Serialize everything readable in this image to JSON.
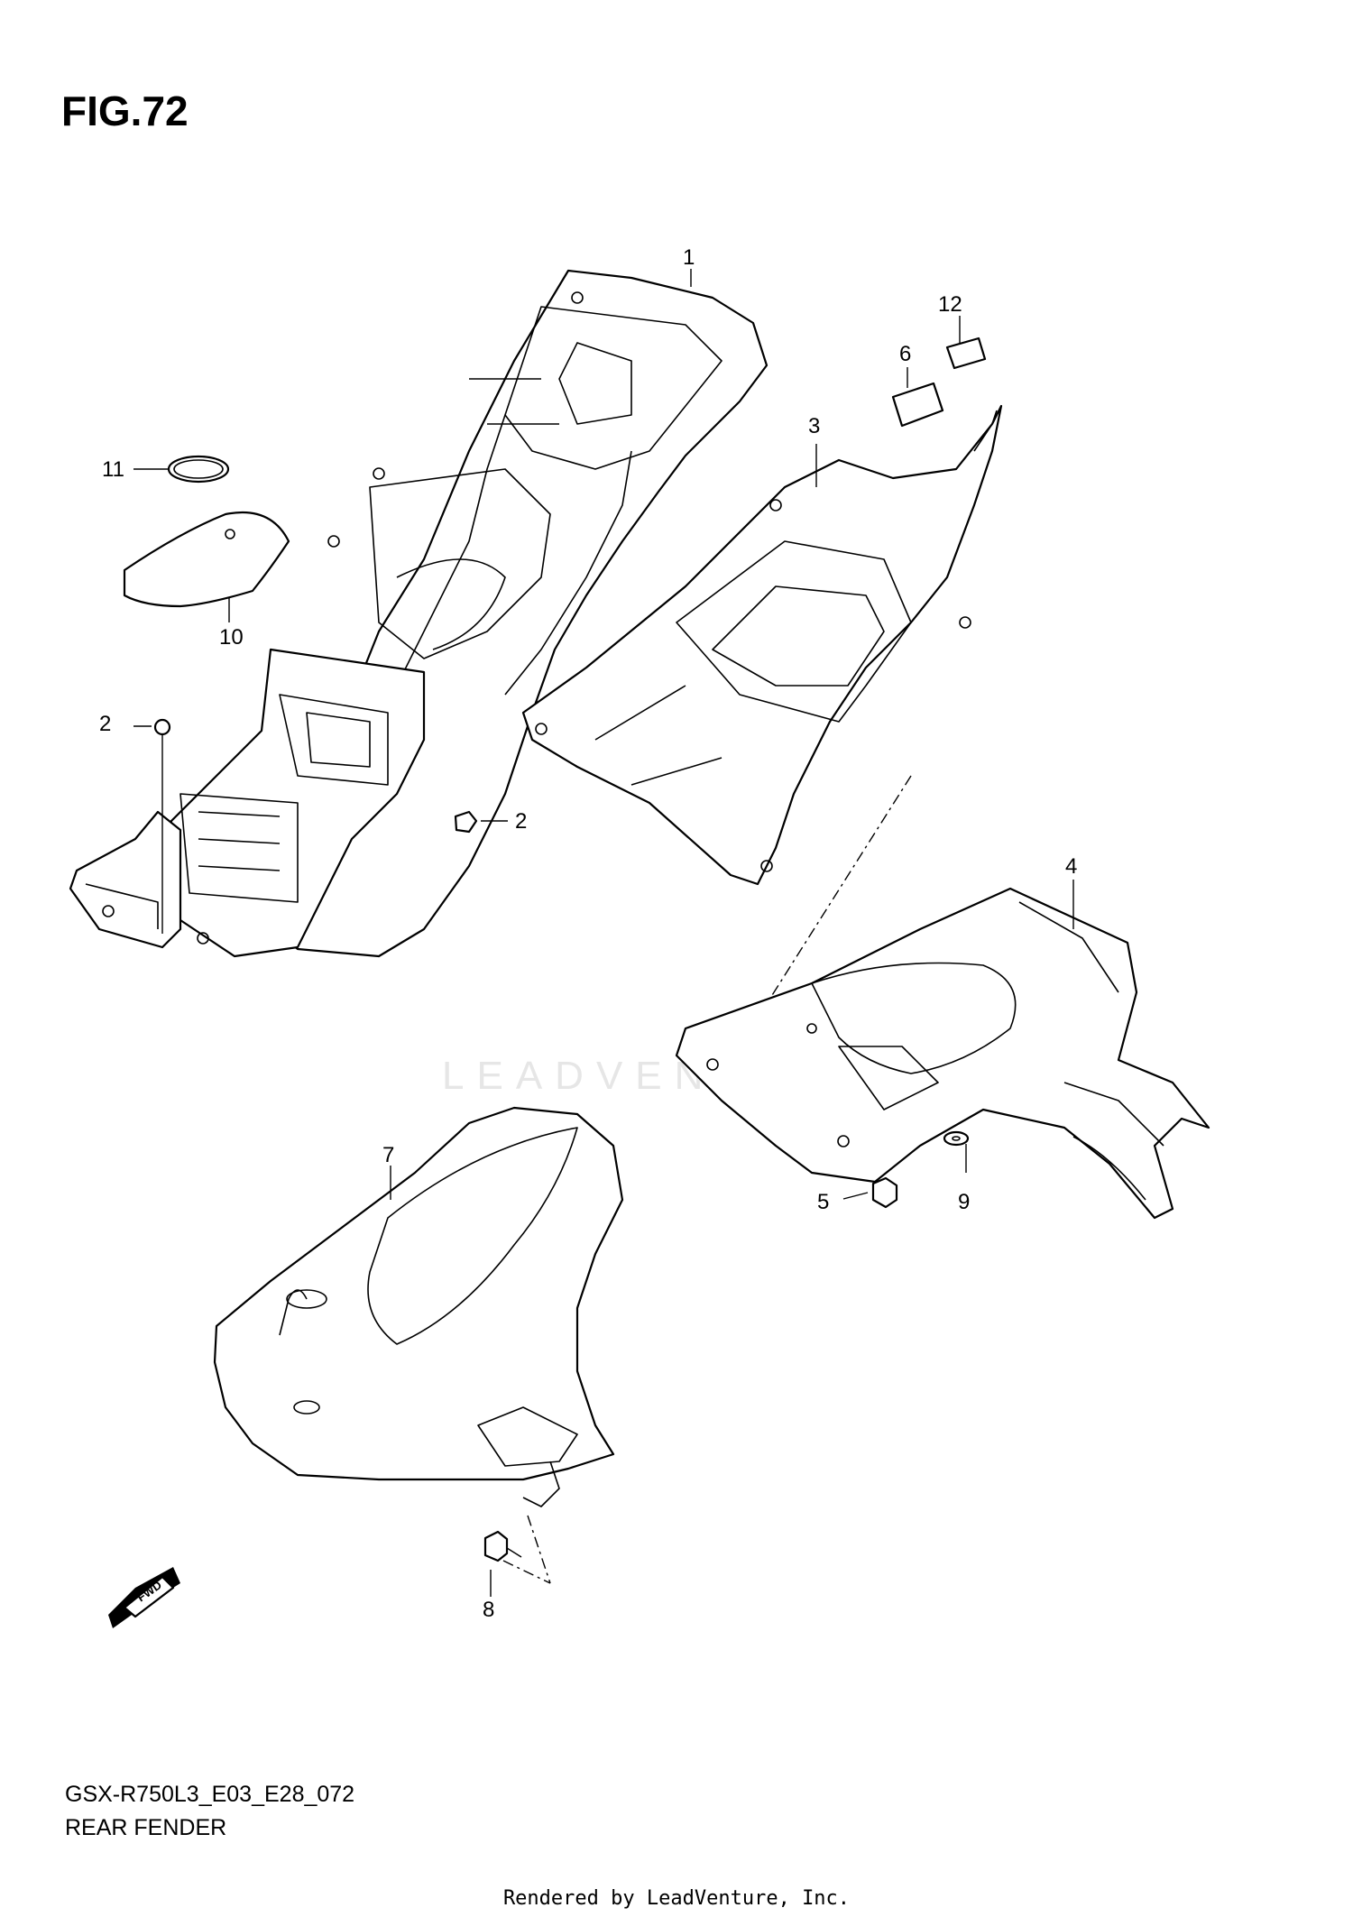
{
  "figure": {
    "title": "FIG.72",
    "model_code": "GSX-R750L3_E03_E28_072",
    "section_name": "REAR FENDER",
    "credit": "Rendered by LeadVenture, Inc.",
    "watermark": "LEADVENTURE"
  },
  "callouts": [
    {
      "id": "1",
      "label": "1"
    },
    {
      "id": "2a",
      "label": "2"
    },
    {
      "id": "2b",
      "label": "2"
    },
    {
      "id": "3",
      "label": "3"
    },
    {
      "id": "4",
      "label": "4"
    },
    {
      "id": "5",
      "label": "5"
    },
    {
      "id": "6",
      "label": "6"
    },
    {
      "id": "7",
      "label": "7"
    },
    {
      "id": "8",
      "label": "8"
    },
    {
      "id": "9",
      "label": "9"
    },
    {
      "id": "10",
      "label": "10"
    },
    {
      "id": "11",
      "label": "11"
    },
    {
      "id": "12",
      "label": "12"
    }
  ],
  "fwd_badge": "FWD"
}
